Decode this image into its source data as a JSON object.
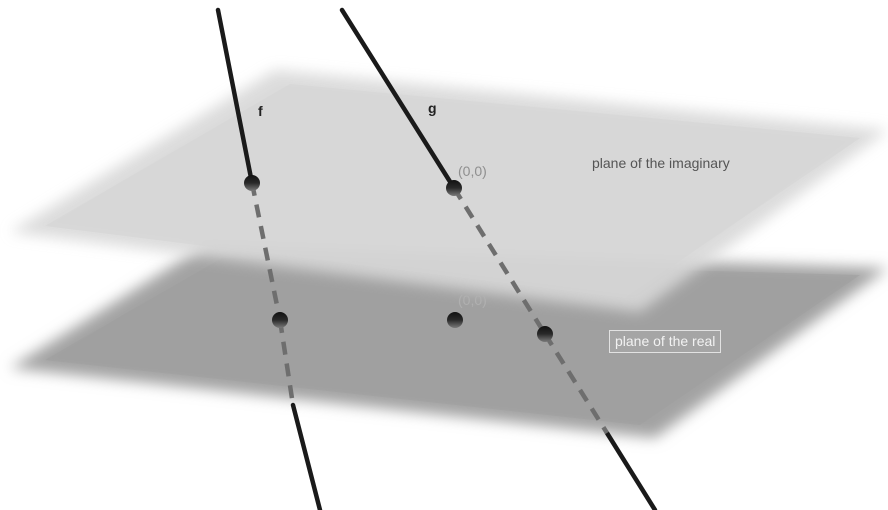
{
  "lines": [
    {
      "name": "f"
    },
    {
      "name": "g"
    }
  ],
  "points": {
    "origin_imaginary": "(0,0)",
    "origin_real": "(0,0)"
  },
  "planes": {
    "imaginary": {
      "label": "plane of the imaginary",
      "color": "#d6d6d6"
    },
    "real": {
      "label": "plane of the real",
      "color": "#9c9c9c"
    }
  },
  "colors": {
    "line": "#1a1a1a",
    "dashed_segment": "#6e6e6e",
    "point": "#222222"
  }
}
